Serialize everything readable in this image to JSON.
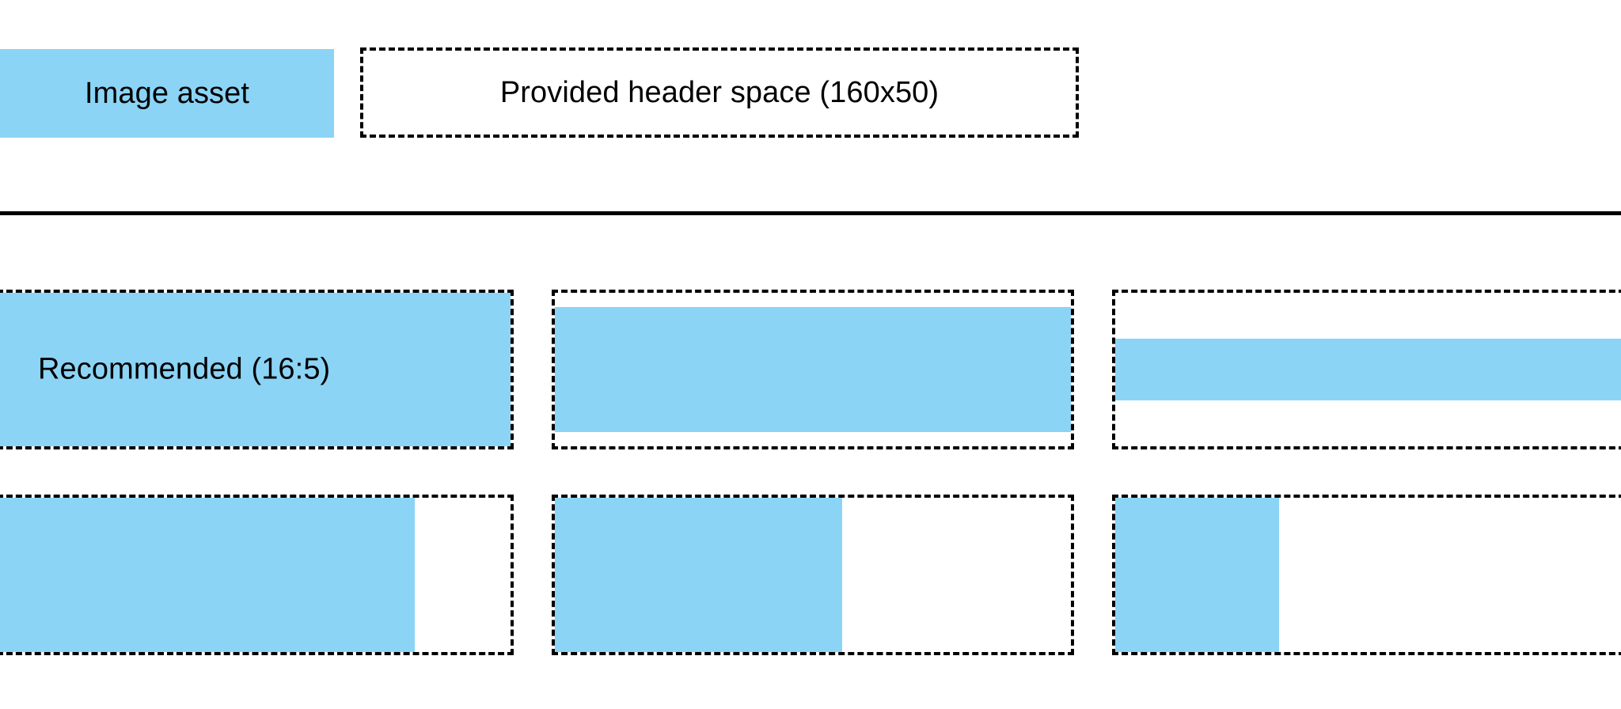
{
  "header": {
    "image_asset_label": "Image asset",
    "provided_space_label": "Provided header space (160x50)"
  },
  "colors": {
    "asset_fill": "#8BD4F5",
    "outline": "#000000",
    "background": "#FFFFFF"
  },
  "grid": {
    "rows": [
      {
        "cells": [
          {
            "label": "Recommended (16:5)",
            "fill_mode": "full"
          },
          {
            "label": "",
            "fill_mode": "letterbox-small"
          },
          {
            "label": "",
            "fill_mode": "letterbox-large"
          }
        ]
      },
      {
        "cells": [
          {
            "label": "",
            "fill_mode": "pillarbox-small"
          },
          {
            "label": "",
            "fill_mode": "pillarbox-medium"
          },
          {
            "label": "",
            "fill_mode": "pillarbox-large"
          }
        ]
      }
    ]
  }
}
